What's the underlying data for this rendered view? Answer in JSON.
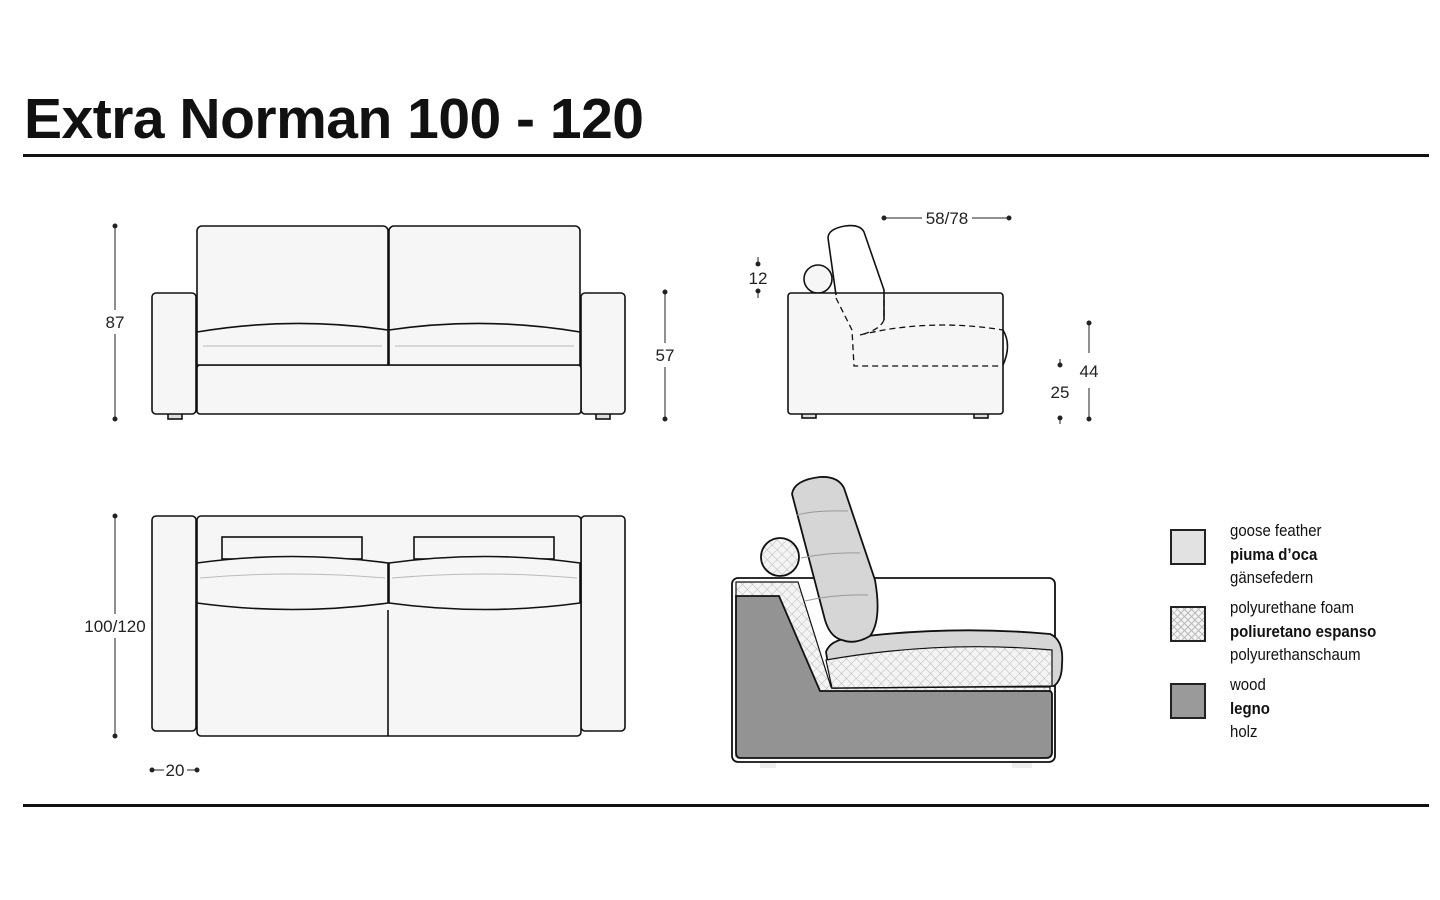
{
  "title": "Extra Norman 100 - 120",
  "dimensions": {
    "front_height": "87",
    "arm_height": "57",
    "depth": "100/120",
    "arm_width": "20",
    "cushion_height": "12",
    "seat_depth": "58/78",
    "seat_height": "44",
    "seat_base_height": "25"
  },
  "legend": [
    {
      "en": "goose feather",
      "it": "piuma d’oca",
      "de": "gänsefedern",
      "swatch": "#e2e2e2"
    },
    {
      "en": "polyurethane foam",
      "it": "poliuretano espanso",
      "de": "polyurethanschaum",
      "swatch": "pattern"
    },
    {
      "en": "wood",
      "it": "legno",
      "de": "holz",
      "swatch": "#9a9a9a"
    }
  ],
  "colors": {
    "upholstery": "#f6f6f6",
    "feather": "#d6d6d6",
    "wood": "#939393",
    "line": "#111111"
  }
}
